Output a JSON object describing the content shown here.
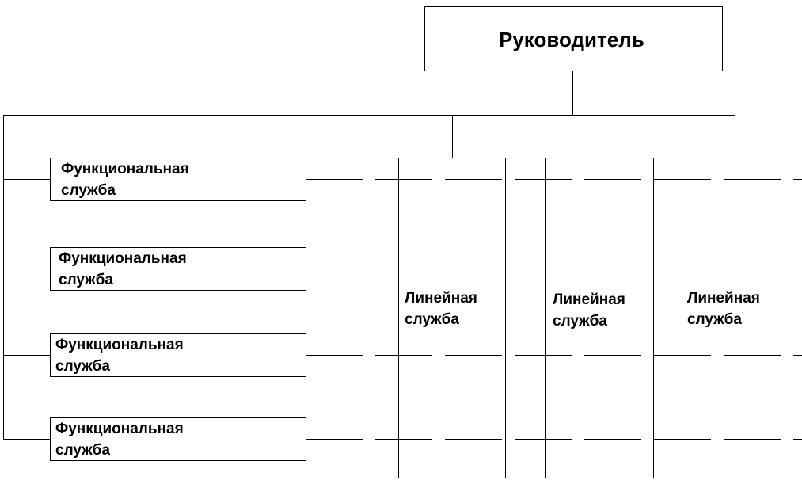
{
  "manager": {
    "label": "Руководитель"
  },
  "functional_services": [
    {
      "line1": "Функциональная",
      "line2": "служба"
    },
    {
      "line1": "Функциональная",
      "line2": "служба"
    },
    {
      "line1": "Функциональная",
      "line2": "служба"
    },
    {
      "line1": "Функциональная",
      "line2": "служба"
    }
  ],
  "line_services": [
    {
      "line1": "Линейная",
      "line2": "служба"
    },
    {
      "line1": "Линейная",
      "line2": "служба"
    },
    {
      "line1": "Линейная",
      "line2": "служба"
    }
  ],
  "colors": {
    "line": "#000000",
    "background": "#ffffff",
    "text": "#000000"
  }
}
